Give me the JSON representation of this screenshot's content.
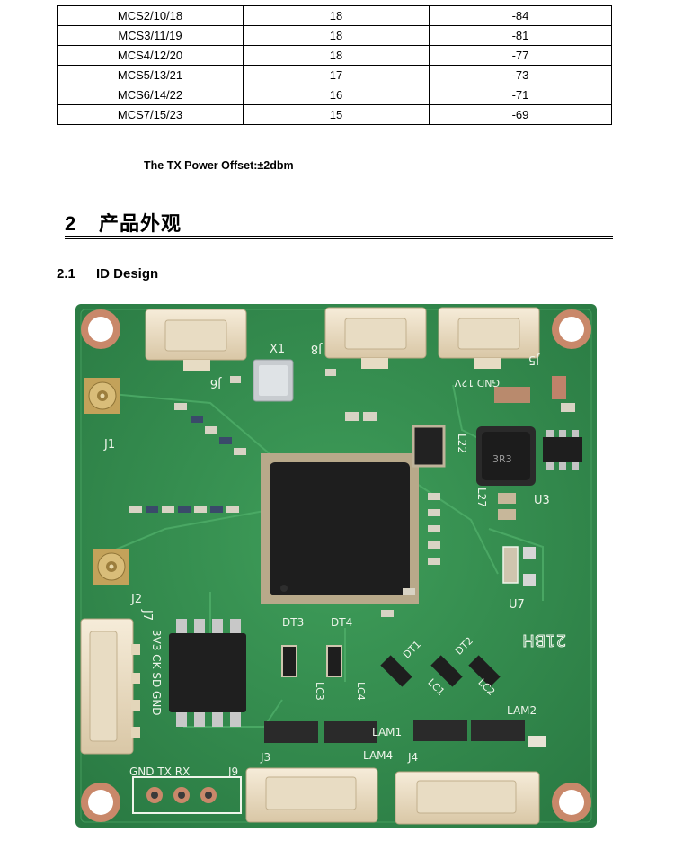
{
  "table": {
    "rows": [
      [
        "MCS2/10/18",
        "18",
        "-84"
      ],
      [
        "MCS3/11/19",
        "18",
        "-81"
      ],
      [
        "MCS4/12/20",
        "18",
        "-77"
      ],
      [
        "MCS5/13/21",
        "17",
        "-73"
      ],
      [
        "MCS6/14/22",
        "16",
        "-71"
      ],
      [
        "MCS7/15/23",
        "15",
        "-69"
      ]
    ]
  },
  "note": "The TX Power Offset:±2dbm",
  "section": {
    "number": "2",
    "title": "产品外观"
  },
  "subsection": {
    "number": "2.1",
    "title": "ID Design"
  },
  "board": {
    "labels": {
      "x1": "X1",
      "j6": "J6",
      "j8": "J8",
      "j5": "J5",
      "j1": "J1",
      "j2": "J2",
      "j7": "J7",
      "j3": "J3",
      "j4": "J4",
      "j9": "J9",
      "u3": "U3",
      "u7": "U7",
      "l22": "L22",
      "l27": "L27",
      "dt1": "DT1",
      "dt2": "DT2",
      "dt3": "DT3",
      "dt4": "DT4",
      "lc1": "LC1",
      "lc2": "LC2",
      "lc3": "LC3",
      "lc4": "LC4",
      "lam1": "LAM1",
      "lam2": "LAM2",
      "lam4": "LAM4",
      "gnd_12v": "GND 12V",
      "j7_pins": "3V3 CK SD GND",
      "j9_pins": "GND TX RX",
      "marking": "21BH",
      "inductor": "3R3"
    }
  }
}
